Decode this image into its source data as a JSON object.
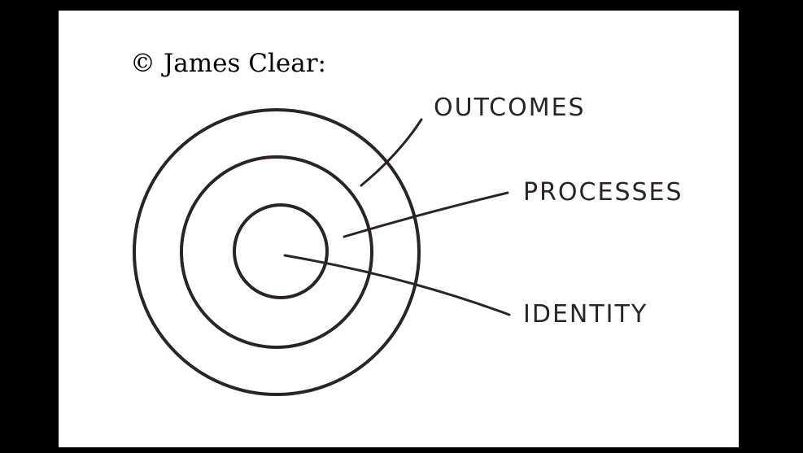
{
  "copyright": "© James Clear:",
  "layers": [
    {
      "label": "OUTCOMES"
    },
    {
      "label": "PROCESSES"
    },
    {
      "label": "IDENTITY"
    }
  ],
  "colors": {
    "background": "#000000",
    "card": "#ffffff",
    "ink": "#2a2522"
  }
}
